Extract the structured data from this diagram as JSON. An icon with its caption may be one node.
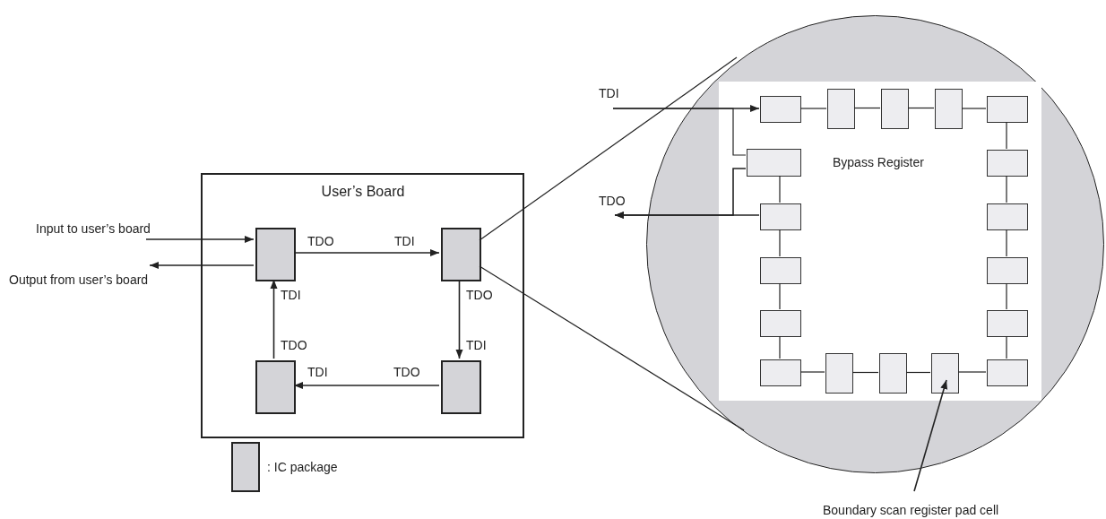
{
  "diagram": {
    "nodes": [
      {
        "text": [
          "Input to user’s board"
        ]
      },
      {
        "text": [
          "Output from user’s board"
        ]
      },
      {
        "text": [
          "User’s Board"
        ]
      },
      {
        "text": [],
        "shape": "box",
        "in": 2
      },
      {
        "text": [],
        "shape": "box",
        "in": 2
      },
      {
        "text": [],
        "shape": "box",
        "in": 2
      },
      {
        "text": [],
        "shape": "box",
        "in": 2
      },
      {
        "text": [],
        "shape": "circle"
      },
      {
        "text": [],
        "shape": "box",
        "in": 7
      },
      {
        "text": [
          "TDI"
        ]
      },
      {
        "text": [
          "TDO"
        ]
      },
      {
        "text": [],
        "shape": "box",
        "in": 8
      },
      {
        "text": [],
        "shape": "box",
        "in": 8
      },
      {
        "text": [],
        "shape": "box",
        "in": 8
      },
      {
        "text": [],
        "shape": "box",
        "in": 8
      },
      {
        "text": [],
        "shape": "box",
        "in": 8
      },
      {
        "text": [],
        "shape": "box",
        "in": 8,
        "beside": [
          "Bypass Register"
        ]
      },
      {
        "text": [],
        "shape": "box",
        "in": 8
      },
      {
        "text": [],
        "shape": "box",
        "in": 8
      },
      {
        "text": [],
        "shape": "box",
        "in": 8
      },
      {
        "text": [],
        "shape": "box",
        "in": 8
      },
      {
        "text": [],
        "shape": "box",
        "in": 8
      },
      {
        "text": [],
        "shape": "box",
        "in": 8
      },
      {
        "text": [],
        "shape": "box",
        "in": 8
      },
      {
        "text": [],
        "shape": "box",
        "in": 8
      },
      {
        "text": [],
        "shape": "box",
        "in": 8
      },
      {
        "text": [],
        "shape": "box",
        "in": 8
      },
      {
        "text": [],
        "shape": "box",
        "in": 8
      },
      {
        "text": [],
        "shape": "box",
        "in": 8
      },
      {
        "text": [
          "Boundary scan register pad cell"
        ]
      }
    ],
    "edges": [
      {
        "from": 0,
        "to": 3,
        "arrow": "to"
      },
      {
        "from": 3,
        "to": 1,
        "arrow": "to"
      },
      {
        "from": 3,
        "to": 4,
        "arrow": "to"
      },
      {
        "from": 4,
        "to": 6,
        "arrow": "to"
      },
      {
        "from": 6,
        "to": 5,
        "arrow": "to"
      },
      {
        "from": 5,
        "to": 3,
        "arrow": "to"
      },
      {
        "from": 4,
        "to": 7,
        "arrow": "none"
      },
      {
        "from": 4,
        "to": 7,
        "arrow": "none"
      },
      {
        "from": 9,
        "to": 11,
        "arrow": "to"
      },
      {
        "from": 9,
        "to": 16,
        "arrow": "none"
      },
      {
        "from": 16,
        "to": 10,
        "arrow": "to"
      },
      {
        "from": 18,
        "to": 10,
        "arrow": "to"
      },
      {
        "from": 16,
        "to": 18,
        "arrow": "none"
      },
      {
        "from": 11,
        "to": 12,
        "arrow": "none"
      },
      {
        "from": 12,
        "to": 13,
        "arrow": "none"
      },
      {
        "from": 13,
        "to": 14,
        "arrow": "none"
      },
      {
        "from": 14,
        "to": 15,
        "arrow": "none"
      },
      {
        "from": 15,
        "to": 17,
        "arrow": "none"
      },
      {
        "from": 17,
        "to": 19,
        "arrow": "none"
      },
      {
        "from": 19,
        "to": 21,
        "arrow": "none"
      },
      {
        "from": 21,
        "to": 23,
        "arrow": "none"
      },
      {
        "from": 23,
        "to": 28,
        "arrow": "none"
      },
      {
        "from": 28,
        "to": 27,
        "arrow": "none"
      },
      {
        "from": 27,
        "to": 26,
        "arrow": "none"
      },
      {
        "from": 26,
        "to": 25,
        "arrow": "none"
      },
      {
        "from": 25,
        "to": 24,
        "arrow": "none"
      },
      {
        "from": 24,
        "to": 22,
        "arrow": "none"
      },
      {
        "from": 22,
        "to": 20,
        "arrow": "none"
      },
      {
        "from": 20,
        "to": 18,
        "arrow": "none"
      },
      {
        "from": 29,
        "to": 27,
        "arrow": "to"
      }
    ],
    "labels": [
      "TDO",
      "TDI",
      "TDI",
      "TDO",
      "TDO",
      "TDI",
      "TDI",
      "TDO"
    ],
    "legend": [
      {
        "text": ": IC package",
        "color": "#d4d4d8"
      }
    ]
  }
}
